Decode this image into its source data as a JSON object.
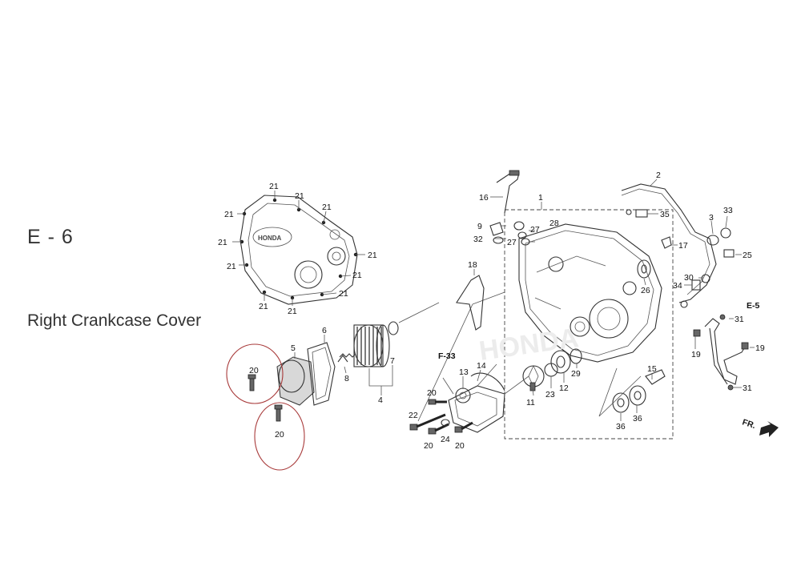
{
  "page": {
    "section_code": "E - 6",
    "section_title": "Right Crankcase Cover"
  },
  "references": {
    "e5": "E-5",
    "f33": "F-33",
    "front": "FR."
  },
  "callouts": {
    "c1": "1",
    "c2": "2",
    "c3": "3",
    "c4": "4",
    "c5": "5",
    "c6": "6",
    "c7": "7",
    "c8": "8",
    "c9": "9",
    "c11": "11",
    "c12": "12",
    "c13": "13",
    "c14": "14",
    "c15": "15",
    "c16": "16",
    "c17": "17",
    "c18": "18",
    "c19": "19",
    "c20": "20",
    "c21": "21",
    "c22": "22",
    "c23": "23",
    "c24": "24",
    "c25": "25",
    "c26": "26",
    "c27": "27",
    "c28": "28",
    "c29": "29",
    "c30": "30",
    "c31": "31",
    "c32": "32",
    "c33": "33",
    "c34": "34",
    "c35": "35",
    "c36": "36"
  },
  "highlight_color": "#a83a3a"
}
